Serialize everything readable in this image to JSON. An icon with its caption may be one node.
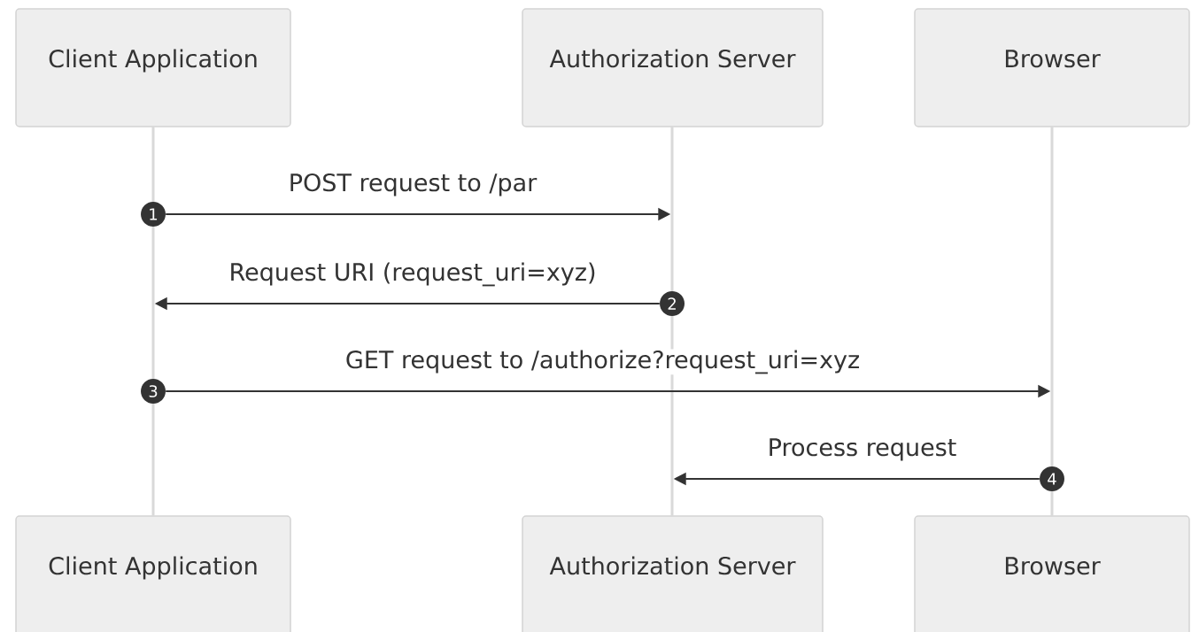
{
  "diagram": {
    "nodes": [
      {
        "text": [
          "Client Application"
        ]
      },
      {
        "text": [
          "Authorization Server"
        ]
      },
      {
        "text": [
          "Browser"
        ]
      },
      {
        "text": [
          "Client Application"
        ]
      },
      {
        "text": [
          "Authorization Server"
        ]
      },
      {
        "text": [
          "Browser"
        ]
      },
      {
        "text": [],
        "shape": "bar"
      },
      {
        "text": [],
        "shape": "bar"
      },
      {
        "text": [],
        "shape": "bar"
      },
      {
        "text": [
          "1"
        ]
      },
      {
        "text": [
          "2"
        ]
      },
      {
        "text": [
          "3"
        ]
      },
      {
        "text": [
          "4"
        ]
      }
    ],
    "edges": [
      {
        "from": 9,
        "to": 7,
        "arrow": "to",
        "label": "POST request to /par"
      },
      {
        "from": 10,
        "to": 6,
        "arrow": "to",
        "label": "Request URI (request_uri=xyz)"
      },
      {
        "from": 11,
        "to": 8,
        "arrow": "to",
        "label": "GET request to /authorize?request_uri=xyz"
      },
      {
        "from": 12,
        "to": 7,
        "arrow": "to",
        "label": "Process request"
      }
    ]
  }
}
